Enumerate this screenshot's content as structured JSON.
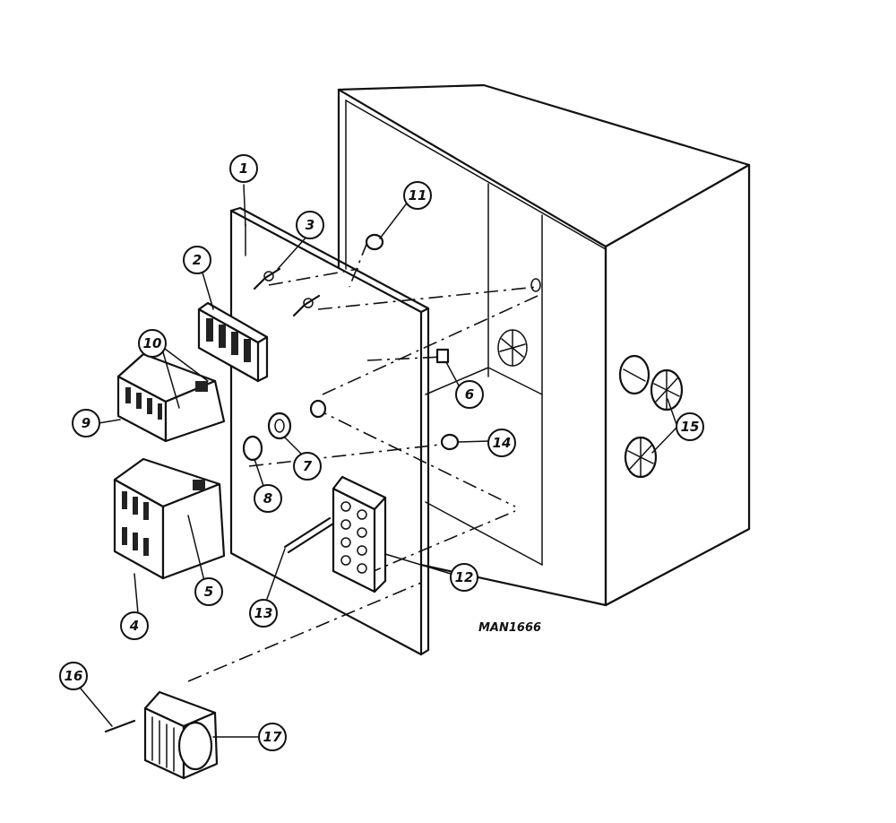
{
  "drawing_id": "MAN1666",
  "callouts": [
    {
      "id": "1"
    },
    {
      "id": "2"
    },
    {
      "id": "3"
    },
    {
      "id": "4"
    },
    {
      "id": "5"
    },
    {
      "id": "6"
    },
    {
      "id": "7"
    },
    {
      "id": "8"
    },
    {
      "id": "9"
    },
    {
      "id": "10"
    },
    {
      "id": "11"
    },
    {
      "id": "12"
    },
    {
      "id": "13"
    },
    {
      "id": "14"
    },
    {
      "id": "15"
    },
    {
      "id": "16"
    },
    {
      "id": "17"
    }
  ]
}
